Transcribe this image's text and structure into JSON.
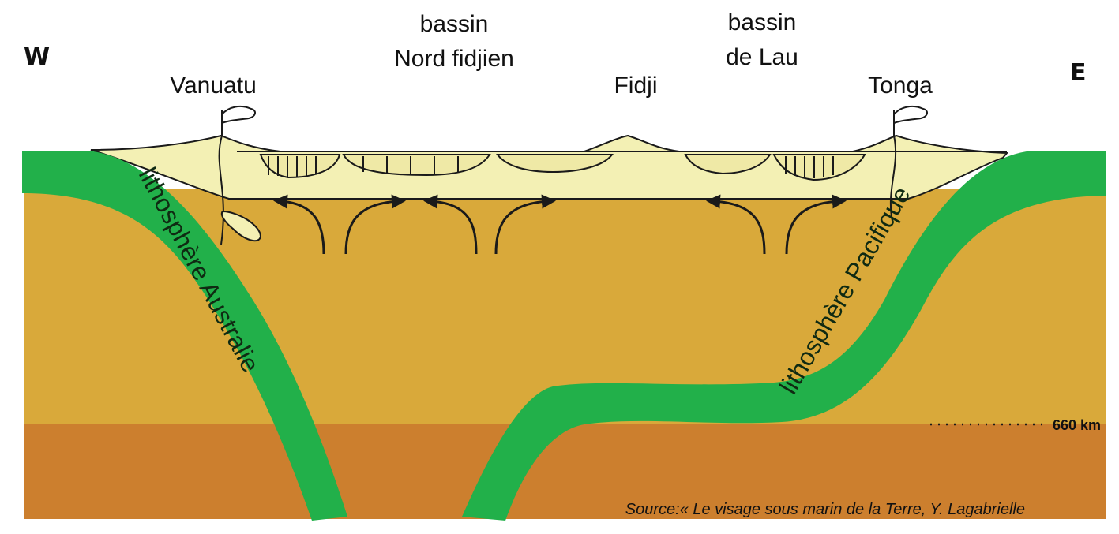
{
  "directions": {
    "west": "W",
    "east": "E"
  },
  "labels": {
    "vanuatu": "Vanuatu",
    "basin_north_fiji_line1": "bassin",
    "basin_north_fiji_line2": "Nord fidjien",
    "fiji": "Fidji",
    "basin_lau_line1": "bassin",
    "basin_lau_line2": "de Lau",
    "tonga": "Tonga"
  },
  "plates": {
    "australia": "lithosphère Australie",
    "pacific": "lithosphère Pacifique"
  },
  "depth_marker": "660 km",
  "source": "Source:« Le visage sous marin de la Terre, Y. Lagabrielle",
  "colors": {
    "upper_mantle": "#d9a93a",
    "lower_mantle": "#cc7f2e",
    "lithosphere": "#22b04a",
    "crust": "#f3f0b4",
    "outline": "#1a1a1a"
  }
}
